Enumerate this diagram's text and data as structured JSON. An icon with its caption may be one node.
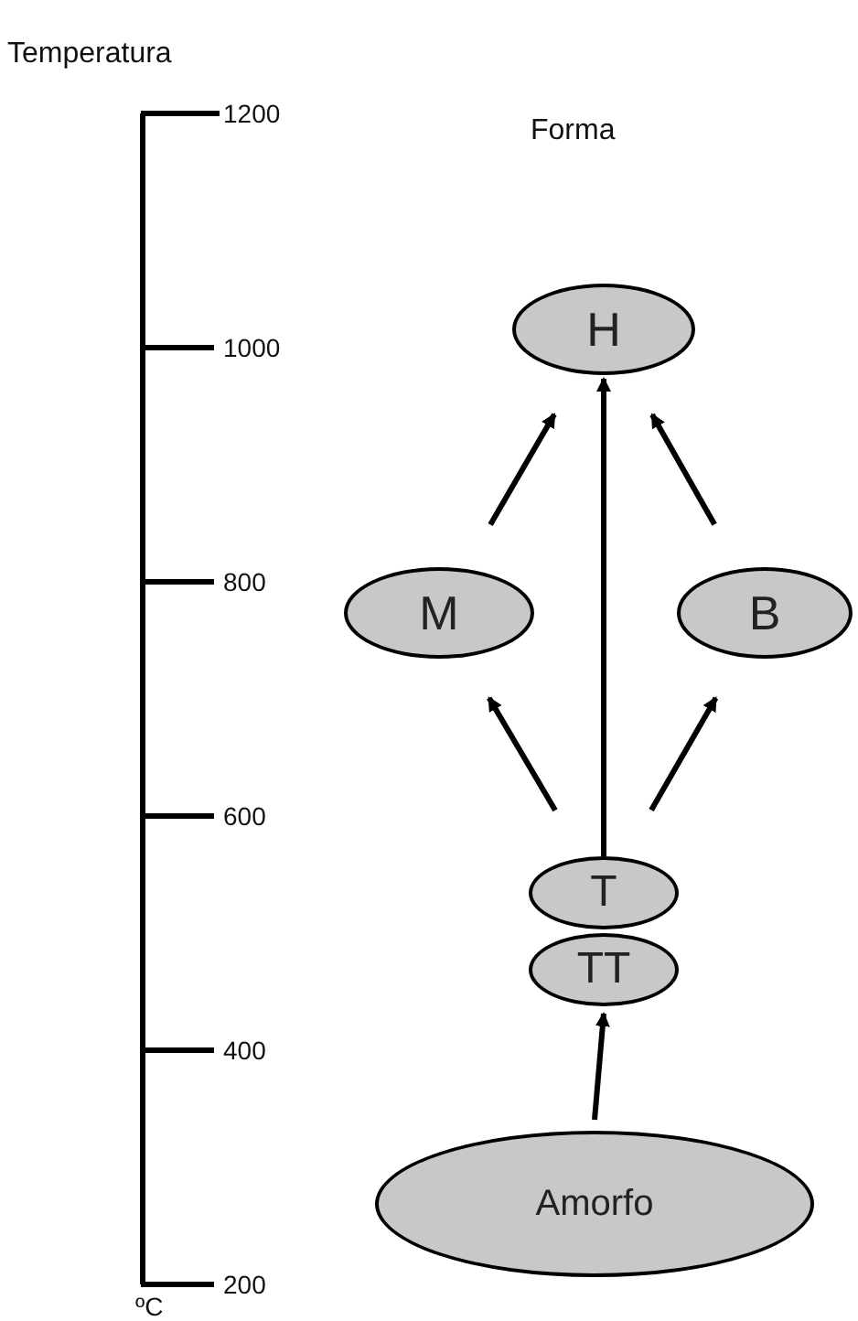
{
  "diagram": {
    "nodes": [
      {
        "text": [
          "H"
        ]
      },
      {
        "text": [
          "M"
        ]
      },
      {
        "text": [
          "B"
        ]
      },
      {
        "text": [
          "T"
        ]
      },
      {
        "text": [
          "TT"
        ]
      },
      {
        "text": [
          "Amorfo"
        ]
      }
    ],
    "edges": [
      {
        "from": 3,
        "to": 0,
        "arrow": "to"
      },
      {
        "from": 3,
        "to": 1,
        "arrow": "to"
      },
      {
        "from": 3,
        "to": 2,
        "arrow": "to"
      },
      {
        "from": 1,
        "to": 0,
        "arrow": "to"
      },
      {
        "from": 2,
        "to": 0,
        "arrow": "to"
      },
      {
        "from": 5,
        "to": 4,
        "arrow": "to"
      }
    ],
    "labels": [
      "Temperatura",
      "Forma",
      "1200",
      "1000",
      "800",
      "600",
      "400",
      "200",
      "ºC"
    ]
  }
}
